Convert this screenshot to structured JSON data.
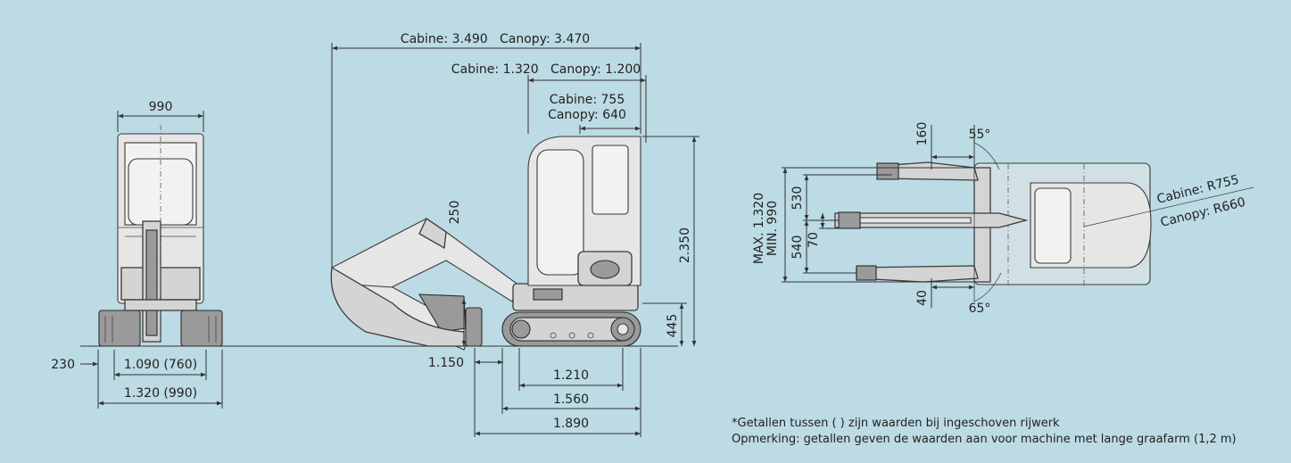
{
  "colors": {
    "background": "#bcdbe4",
    "line": "#333333",
    "body": "#d4d4d4"
  },
  "front_view": {
    "width_top": "990",
    "track_offset": "230",
    "track_width": "1.090 (760)",
    "overall_width": "1.320 (990)"
  },
  "side_view": {
    "tail_swing": "Cabine: 3.490   Canopy: 3.470",
    "rear_radius": "Cabine: 1.320   Canopy: 1.200",
    "cab_depth_cabine": "Cabine: 755",
    "cab_depth_canopy": "Canopy: 640",
    "blade_height": "250",
    "overall_height": "2.350",
    "ground_clearance": "445",
    "front_length": "1.150",
    "tumbler_distance": "1.210",
    "track_length": "1.560",
    "overall_length": "1.890"
  },
  "top_view": {
    "max_width": "MAX. 1.320",
    "min_width": "MIN. 990",
    "offset_top": "160",
    "offset_bottom": "40",
    "left_swing": "530",
    "center_gap": "70",
    "right_swing": "540",
    "angle_top": "55°",
    "angle_bottom": "65°",
    "radius_cabine": "Cabine: R755",
    "radius_canopy": "Canopy: R660"
  },
  "notes": {
    "line1": "*Getallen tussen ( ) zijn waarden bij ingeschoven rijwerk",
    "line2": "Opmerking: getallen geven de waarden aan voor machine met lange graafarm (1,2 m)"
  }
}
